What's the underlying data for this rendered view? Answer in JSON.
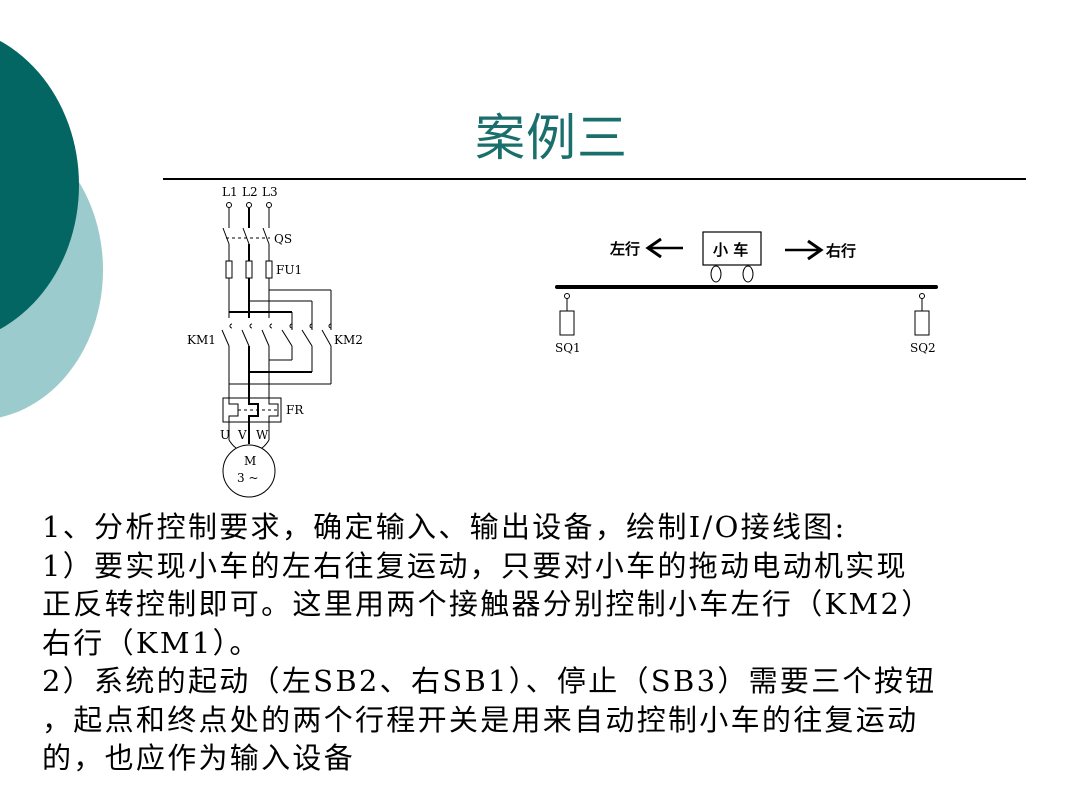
{
  "slide": {
    "title": "案例三",
    "colors": {
      "title": "#1a6f6c",
      "deco_dark": "#036662",
      "deco_light": "#9bcbcc"
    }
  },
  "circuit_diagram": {
    "labels": {
      "l1": "L1",
      "l2": "L2",
      "l3": "L3",
      "qs": "QS",
      "fu1": "FU1",
      "km1": "KM1",
      "km2": "KM2",
      "fr": "FR",
      "u": "U",
      "v": "V",
      "w": "W",
      "motor_m": "M",
      "motor_phase": "3 ~"
    }
  },
  "cart_diagram": {
    "cart_label": "小 车",
    "left_label": "左行",
    "right_label": "右行",
    "sq1": "SQ1",
    "sq2": "SQ2"
  },
  "body": {
    "lines": [
      "1、分析控制要求，确定输入、输出设备，绘制I/O接线图:",
      "1）要实现小车的左右往复运动，只要对小车的拖动电动机实现",
      "正反转控制即可。这里用两个接触器分别控制小车左行（KM2）",
      "右行（KM1）。",
      "2）系统的起动（左SB2、右SB1）、停止（SB3）需要三个按钮",
      "，起点和终点处的两个行程开关是用来自动控制小车的往复运动",
      "的，也应作为输入设备"
    ]
  }
}
